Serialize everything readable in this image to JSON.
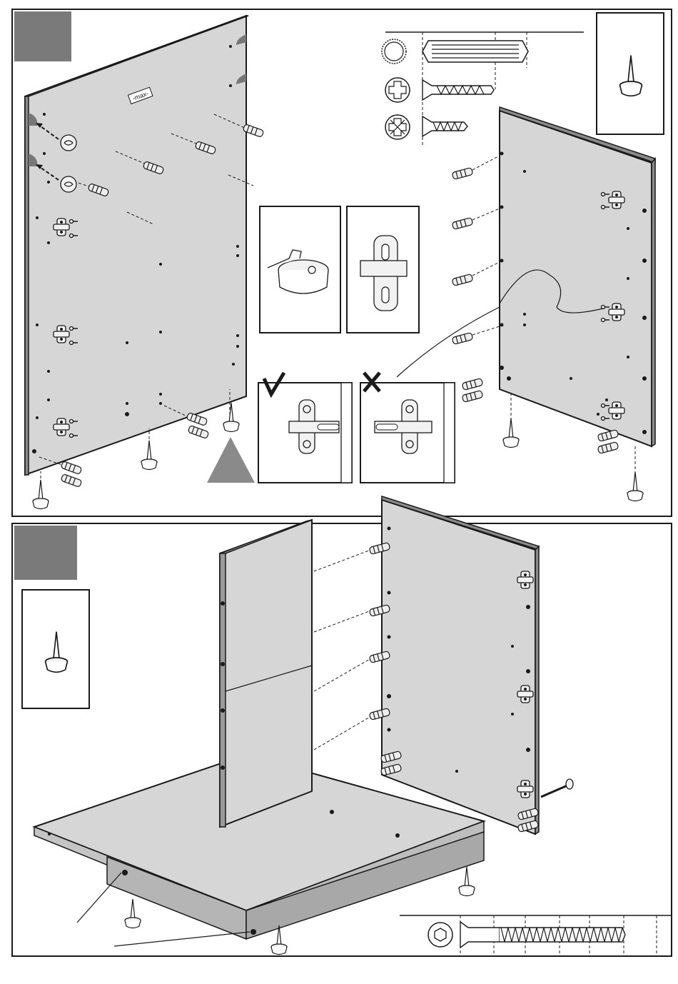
{
  "page": {
    "type": "assembly instruction sheet",
    "steps": [
      {
        "id": "step-a",
        "number": ""
      },
      {
        "id": "step-b",
        "number": ""
      }
    ]
  },
  "labels": {
    "panel_mark": "-max-"
  },
  "colors": {
    "panel_fill": "#d6d6d6",
    "step_marker": "#7a7a7a",
    "line": "#1a1a1a"
  },
  "hardware_legend_top": [
    "wooden-dowel",
    "phillips-screw-long",
    "pozidriv-screw-short"
  ],
  "hardware_legend_bottom": [
    "hex-confirmat-screw"
  ],
  "icons": {
    "foot_glide": "foot-glide-icon",
    "check": "check-mark-icon",
    "cross": "cross-mark-icon",
    "warning": "warning-triangle-icon"
  }
}
